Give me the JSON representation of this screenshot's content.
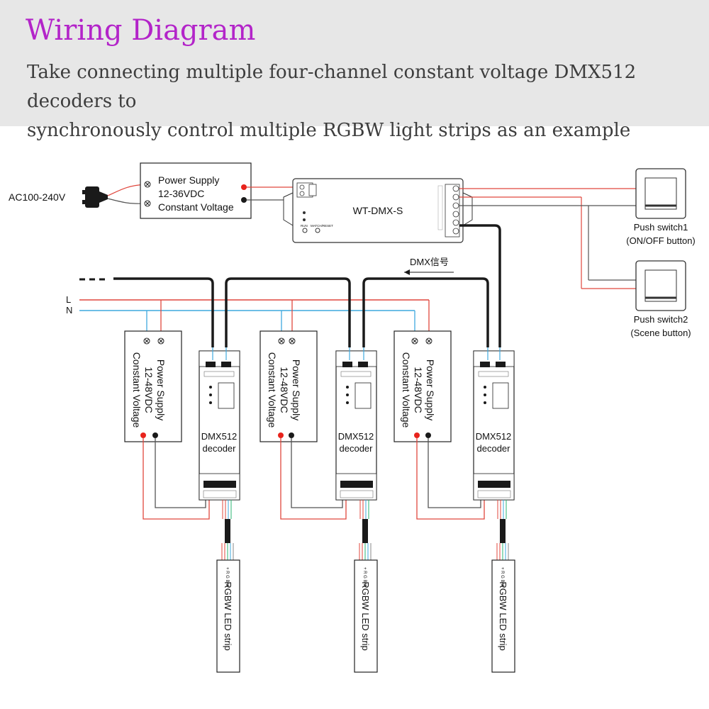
{
  "header": {
    "title": "Wiring Diagram",
    "subtitle_line1": "Take connecting multiple four-channel constant voltage DMX512 decoders to",
    "subtitle_line2": "synchronously control multiple RGBW light strips as an example"
  },
  "mains": {
    "ac_label": "AC100-240V",
    "l_label": "L",
    "n_label": "N"
  },
  "main_supply": {
    "line1": "Power Supply",
    "line2": "12-36VDC",
    "line3": "Constant Voltage"
  },
  "controller": {
    "name": "WT-DMX-S",
    "run": "RUN",
    "match_reset": "MATCH/RESET"
  },
  "dmx_signal_label": "DMX信号",
  "switches": [
    {
      "name": "Push switch1",
      "desc": "(ON/OFF button)"
    },
    {
      "name": "Push switch2",
      "desc": "(Scene button)"
    }
  ],
  "channels": [
    {
      "psu": {
        "line1": "Power Supply",
        "line2": "12-48VDC",
        "line3": "Constant Voltage"
      },
      "decoder": {
        "line1": "DMX512",
        "line2": "decoder"
      },
      "strip": {
        "label": "RGBW LED strip",
        "pins": "+ R G B W"
      }
    },
    {
      "psu": {
        "line1": "Power Supply",
        "line2": "12-48VDC",
        "line3": "Constant Voltage"
      },
      "decoder": {
        "line1": "DMX512",
        "line2": "decoder"
      },
      "strip": {
        "label": "RGBW LED strip",
        "pins": "+ R G B W"
      }
    },
    {
      "psu": {
        "line1": "Power Supply",
        "line2": "12-48VDC",
        "line3": "Constant Voltage"
      },
      "decoder": {
        "line1": "DMX512",
        "line2": "decoder"
      },
      "strip": {
        "label": "RGBW LED strip",
        "pins": "+ R G B W"
      }
    }
  ],
  "colors": {
    "title": "#b324c9",
    "subtitle": "#3d3d3d",
    "header_bg": "#e7e7e7",
    "live_wire": "#e0473d",
    "neutral_wire": "#3fa9de",
    "dmx_cable": "#1a1a1a",
    "ground_wire": "#333333"
  }
}
